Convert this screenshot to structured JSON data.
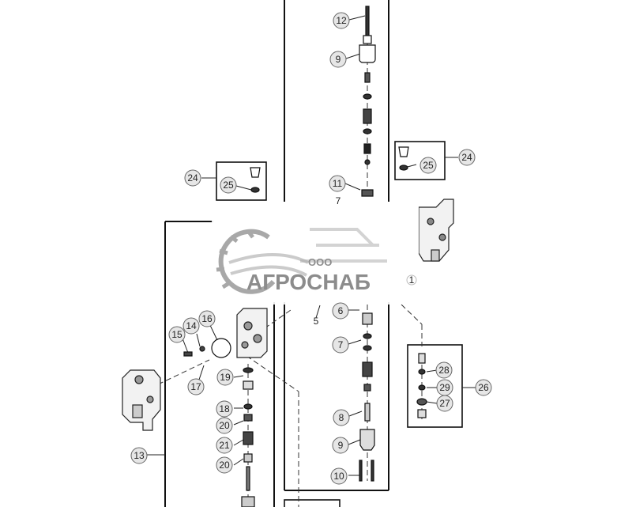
{
  "callouts": {
    "c12": "12",
    "c9a": "9",
    "c11": "11",
    "c7a": "7",
    "c24a": "24",
    "c25a": "25",
    "c24b": "24",
    "c25b": "25",
    "c1": "1",
    "c5": "5",
    "c6": "6",
    "c7b": "7",
    "c8": "8",
    "c9b": "9",
    "c10": "10",
    "c14": "14",
    "c15": "15",
    "c16": "16",
    "c17": "17",
    "c19": "19",
    "c18": "18",
    "c20a": "20",
    "c21": "21",
    "c20b": "20",
    "c13": "13",
    "c26": "26",
    "c28": "28",
    "c29": "29",
    "c27": "27"
  },
  "watermark": {
    "company_type": "ООО",
    "company_name": "АГРОСНАБ"
  },
  "colors": {
    "line": "#111111",
    "callout_fill": "#e6e6e6",
    "callout_stroke": "#666666",
    "watermark": "#8c8c8c"
  },
  "icons": {
    "watermark_logo": "gear-harvester-logo"
  }
}
